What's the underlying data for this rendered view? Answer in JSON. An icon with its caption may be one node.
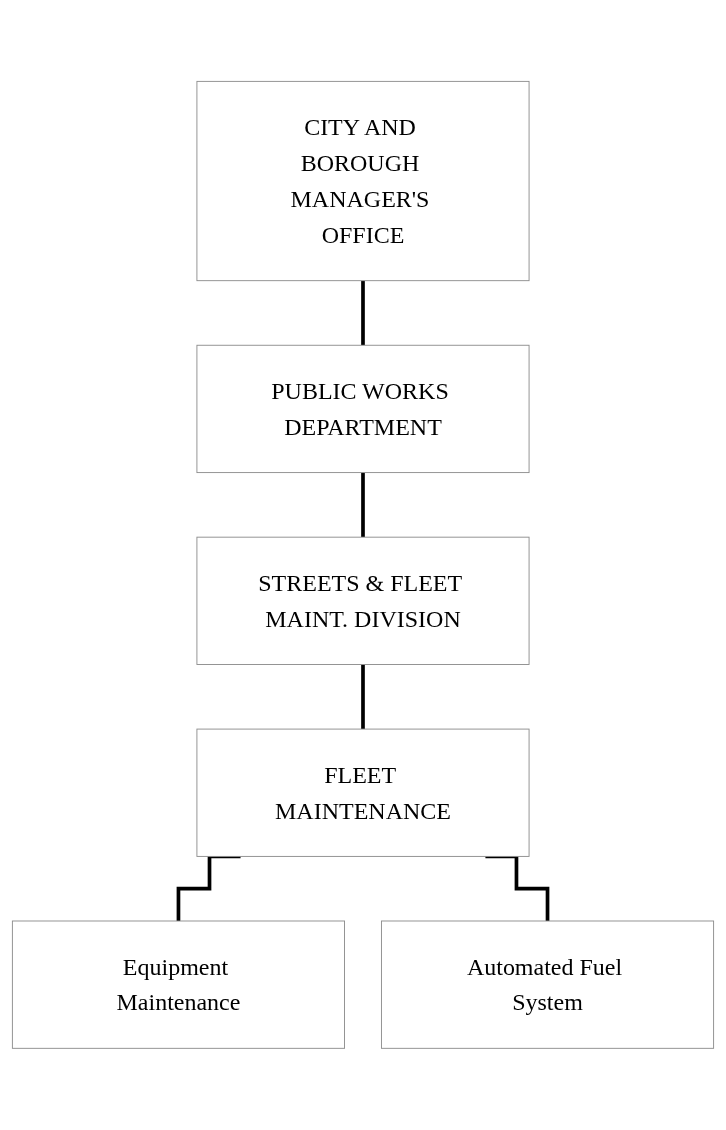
{
  "diagram": {
    "nodes": [
      {
        "text": [
          "CITY AND BOROUGH MANAGER'S OFFICE"
        ]
      },
      {
        "text": [
          "PUBLIC WORKS DEPARTMENT"
        ]
      },
      {
        "text": [
          "STREETS & FLEET MAINT. DIVISION"
        ]
      },
      {
        "text": [
          "FLEET MAINTENANCE"
        ]
      },
      {
        "text": [
          "Equipment Maintenance"
        ]
      },
      {
        "text": [
          "Automated Fuel System"
        ]
      }
    ],
    "edges": [
      {
        "from": 0,
        "to": 1,
        "arrow": "none"
      },
      {
        "from": 1,
        "to": 2,
        "arrow": "none"
      },
      {
        "from": 2,
        "to": 3,
        "arrow": "none"
      },
      {
        "from": 3,
        "to": 4,
        "arrow": "none"
      },
      {
        "from": 3,
        "to": 5,
        "arrow": "none"
      }
    ]
  }
}
